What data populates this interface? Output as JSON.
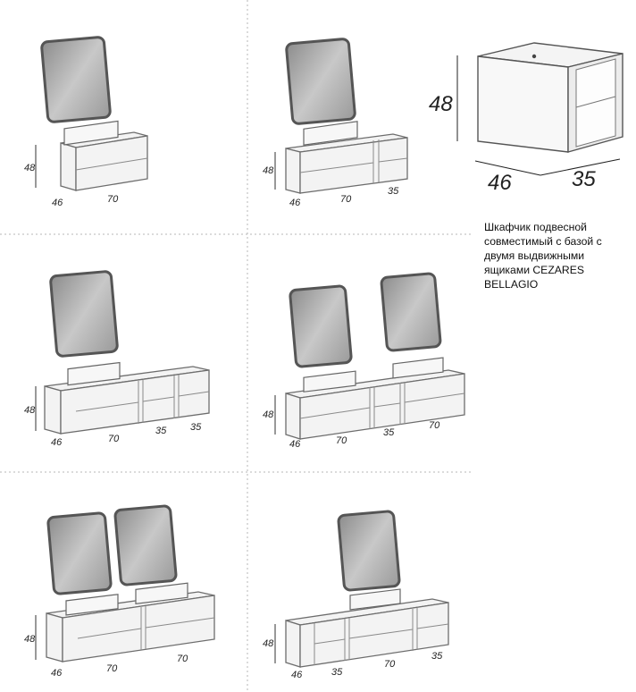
{
  "main_product": {
    "dims": {
      "height": "48",
      "depth": "46",
      "width": "35"
    },
    "description_lines": [
      "Шкафчик подвесной",
      "совместимый с базой с",
      "двумя выдвижными",
      "ящиками CEZARES",
      "BELLAGIO"
    ]
  },
  "configurations": [
    {
      "id": "c1",
      "h": "48",
      "d": "46",
      "widths": [
        "70"
      ]
    },
    {
      "id": "c2",
      "h": "48",
      "d": "46",
      "widths": [
        "70",
        "35"
      ]
    },
    {
      "id": "c3",
      "h": "48",
      "d": "46",
      "widths": [
        "70",
        "35",
        "35"
      ]
    },
    {
      "id": "c4",
      "h": "48",
      "d": "46",
      "widths": [
        "70",
        "35",
        "70"
      ]
    },
    {
      "id": "c5",
      "h": "48",
      "d": "46",
      "widths": [
        "70",
        "70"
      ]
    },
    {
      "id": "c6",
      "h": "48",
      "d": "46",
      "widths": [
        "35",
        "70",
        "35"
      ]
    }
  ]
}
